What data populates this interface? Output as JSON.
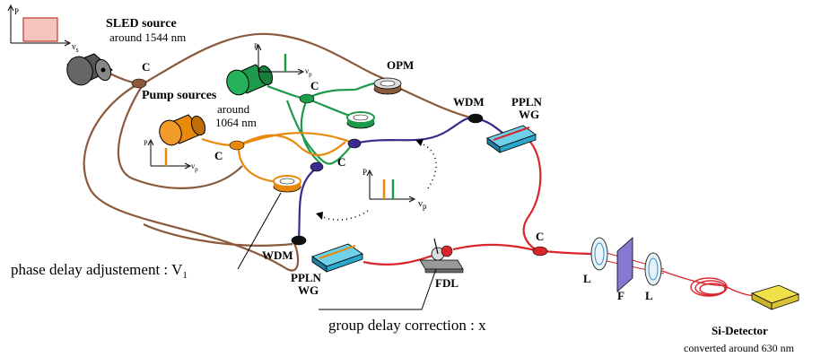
{
  "colors": {
    "sled_fiber": "#8b5a3c",
    "pump_green": "#1e9a4a",
    "pump_orange": "#e8890c",
    "wdm_blue": "#3a2a8c",
    "output_red": "#d9262c",
    "ppln_blue": "#2aa7c9",
    "detector_yellow": "#f2e04a",
    "filter_purple": "#8878d0",
    "spectrum_fill": "#f6c5be"
  },
  "labels": {
    "sled_source": "SLED source",
    "sled_wavelength": "around  1544 nm",
    "pump_sources": "Pump sources",
    "pump_around": "around",
    "pump_wavelength": "1064 nm",
    "coupler": "C",
    "opm": "OPM",
    "wdm": "WDM",
    "ppln": "PPLN",
    "wg": "WG",
    "fdl": "FDL",
    "lens": "L",
    "filter": "F",
    "detector": "Si-Detector",
    "detector_wavelength": "converted around  630 nm",
    "phase_delay": "phase delay adjustement : V",
    "phase_delay_sub": "1",
    "group_delay": "group delay correction : x"
  },
  "spectra": {
    "p": "P",
    "nu": "ν",
    "sub_s": "s",
    "sub_p": "p"
  },
  "icons": {
    "sled": "sled-laser-icon",
    "pump_green": "green-pump-laser-icon",
    "pump_orange": "orange-pump-laser-icon",
    "opm": "optical-power-meter-icon",
    "ppln": "ppln-waveguide-icon",
    "detector": "si-detector-icon"
  }
}
